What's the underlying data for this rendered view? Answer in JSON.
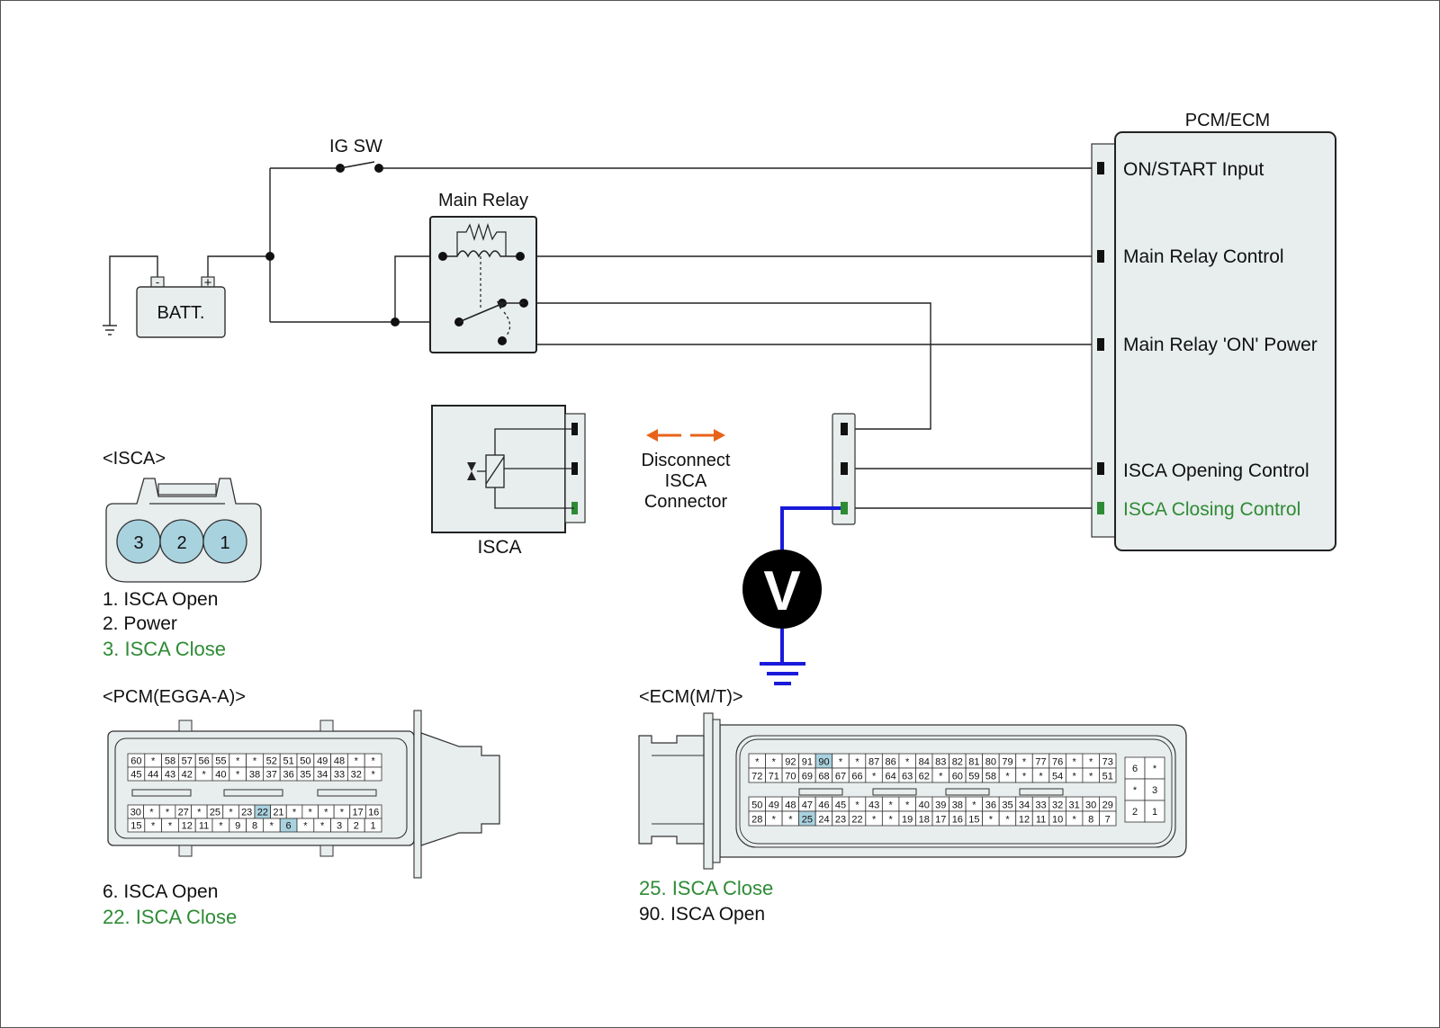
{
  "colors": {
    "wire": "#222222",
    "measure_wire": "#1a1adb",
    "green_text": "#2e8b35",
    "panel_fill": "#e8eded",
    "pin_fill": "#a9d2df",
    "arrow": "#e8631a",
    "highlight_cell": "#a9d2df"
  },
  "labels": {
    "ig_sw": "IG SW",
    "main_relay": "Main Relay",
    "batt": "BATT.",
    "batt_minus": "-",
    "batt_plus": "+",
    "pcm_ecm": "PCM/ECM",
    "isca_component": "ISCA",
    "disconnect_line1": "Disconnect",
    "disconnect_line2": "ISCA",
    "disconnect_line3": "Connector",
    "voltmeter": "V"
  },
  "ecm_pins": {
    "on_start": "ON/START Input",
    "main_relay_control": "Main Relay Control",
    "main_relay_on_power": "Main Relay 'ON' Power",
    "isca_opening": "ISCA Opening Control",
    "isca_closing": "ISCA Closing Control"
  },
  "isca_connector": {
    "title": "<ISCA>",
    "pins": [
      "3",
      "2",
      "1"
    ],
    "legend": [
      "1. ISCA Open",
      "2. Power",
      "3. ISCA Close"
    ]
  },
  "pcm_connector": {
    "title": "<PCM(EGGA-A)>",
    "rows": [
      [
        "60",
        "*",
        "58",
        "57",
        "56",
        "55",
        "*",
        "*",
        "52",
        "51",
        "50",
        "49",
        "48",
        "*",
        "*"
      ],
      [
        "45",
        "44",
        "43",
        "42",
        "*",
        "40",
        "*",
        "38",
        "37",
        "36",
        "35",
        "34",
        "33",
        "32",
        "*"
      ],
      [
        "30",
        "*",
        "*",
        "27",
        "*",
        "25",
        "*",
        "23",
        "22",
        "21",
        "*",
        "*",
        "*",
        "*",
        "17",
        "16"
      ],
      [
        "15",
        "*",
        "*",
        "12",
        "11",
        "*",
        "9",
        "8",
        "*",
        "6",
        "*",
        "*",
        "3",
        "2",
        "1"
      ]
    ],
    "legend": [
      "6. ISCA Open",
      "22. ISCA Close"
    ]
  },
  "ecm_connector": {
    "title": "<ECM(M/T)>",
    "rows": [
      [
        "*",
        "*",
        "92",
        "91",
        "90",
        "*",
        "*",
        "87",
        "86",
        "*",
        "84",
        "83",
        "82",
        "81",
        "80",
        "79",
        "*",
        "77",
        "76",
        "*",
        "*",
        "73"
      ],
      [
        "72",
        "71",
        "70",
        "69",
        "68",
        "67",
        "66",
        "*",
        "64",
        "63",
        "62",
        "*",
        "60",
        "59",
        "58",
        "*",
        "*",
        "*",
        "54",
        "*",
        "*",
        "51"
      ],
      [
        "50",
        "49",
        "48",
        "47",
        "46",
        "45",
        "*",
        "43",
        "*",
        "*",
        "40",
        "39",
        "38",
        "*",
        "36",
        "35",
        "34",
        "33",
        "32",
        "31",
        "30",
        "29"
      ],
      [
        "28",
        "*",
        "*",
        "25",
        "24",
        "23",
        "22",
        "*",
        "*",
        "19",
        "18",
        "17",
        "16",
        "15",
        "*",
        "*",
        "12",
        "11",
        "10",
        "*",
        "8",
        "7"
      ]
    ],
    "side_block": [
      [
        "6",
        "*"
      ],
      [
        "*",
        "3"
      ],
      [
        "2",
        "1"
      ]
    ],
    "legend": [
      "25. ISCA Close",
      "90. ISCA Open"
    ]
  }
}
